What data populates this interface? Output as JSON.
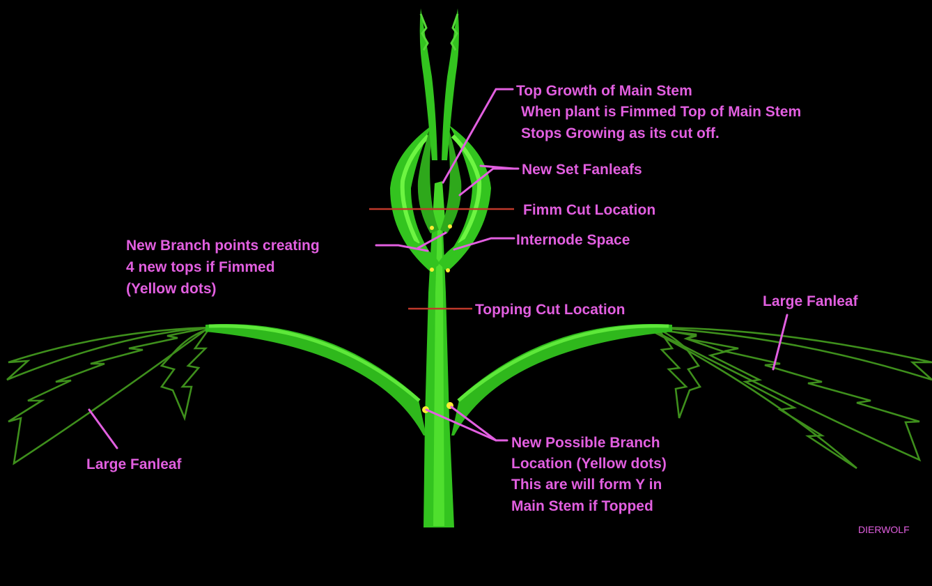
{
  "labels": {
    "top_growth": [
      "Top Growth of Main Stem",
      "When plant is Fimmed Top of Main Stem",
      "Stops Growing as its cut off."
    ],
    "new_fanleafs": "New Set Fanleafs",
    "fimm_cut": "Fimm Cut Location",
    "internode": "Internode Space",
    "branch_points": [
      "New Branch points creating",
      "4 new tops if Fimmed",
      "(Yellow dots)"
    ],
    "topping_cut": "Topping Cut Location",
    "large_fanleaf_right": "Large Fanleaf",
    "large_fanleaf_left": "Large Fanleaf",
    "possible_branch": [
      "New Possible Branch",
      "Location (Yellow dots)",
      "This are will form Y in",
      "Main Stem if Topped"
    ],
    "signature": "DIERWOLF"
  },
  "colors": {
    "background": "#000000",
    "label": "#e25fe0",
    "stem": "#33c41f",
    "stem_light": "#56e832",
    "leaf_outline": "#3e8f1c",
    "cut_line": "#c0392b",
    "node_dot": "#ffee33"
  }
}
